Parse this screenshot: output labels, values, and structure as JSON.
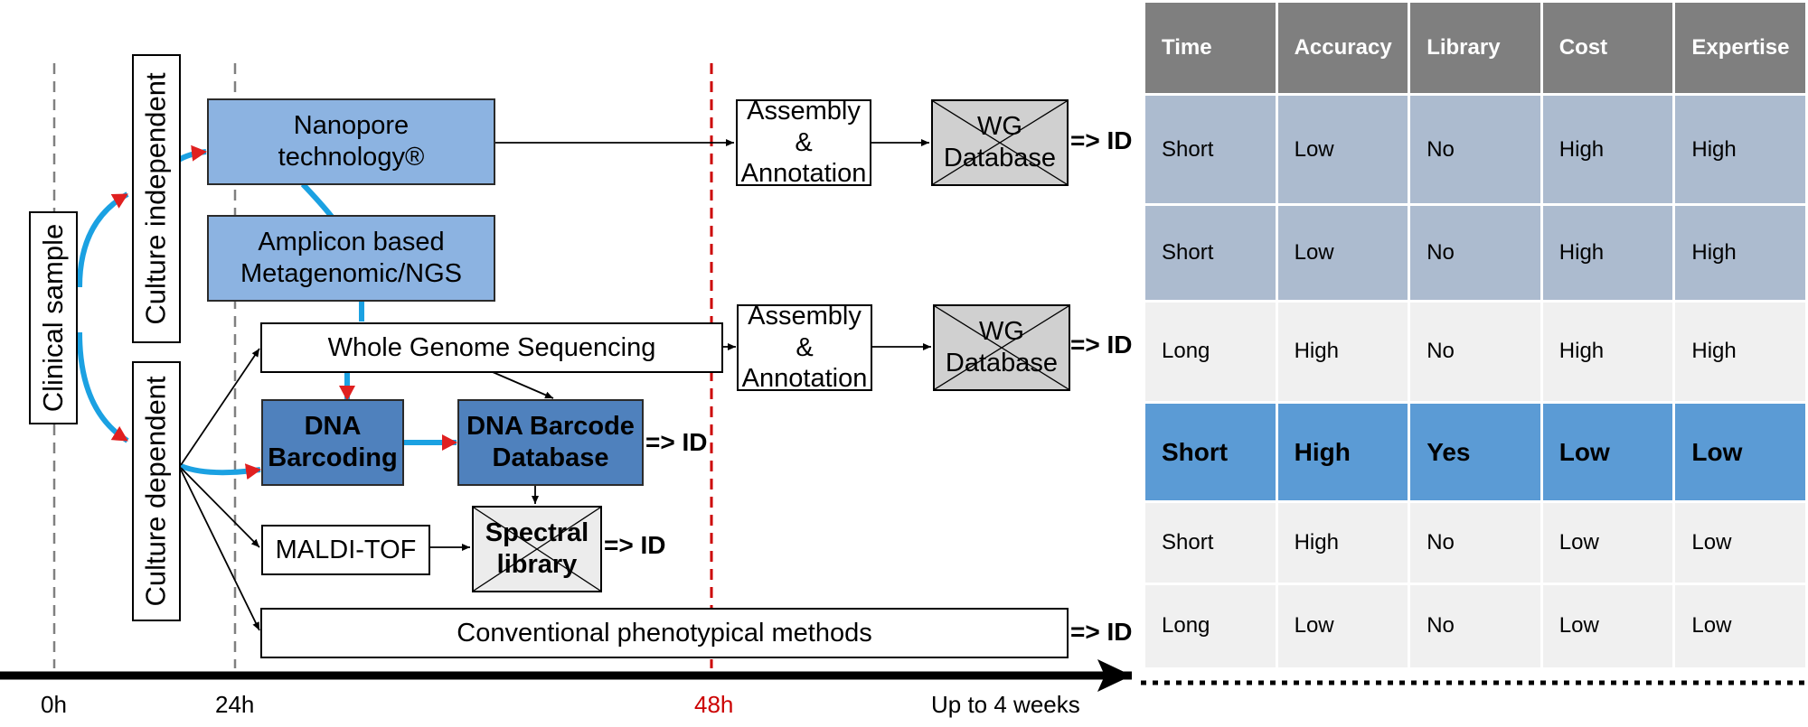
{
  "axis": {
    "ticks": [
      {
        "label": "0h",
        "color": "#000000"
      },
      {
        "label": "24h",
        "color": "#000000"
      },
      {
        "label": "48h",
        "color": "#cc0000"
      },
      {
        "label": "Up to 4 weeks",
        "color": "#000000"
      }
    ]
  },
  "labels": {
    "clinical_sample": "Clinical sample",
    "culture_independent": "Culture independent",
    "culture_dependent": "Culture dependent"
  },
  "methods": {
    "nanopore": "Nanopore\ntechnology®",
    "amplicon": "Amplicon based\nMetagenomic/NGS",
    "wgs": "Whole Genome Sequencing",
    "dna_barcoding": "DNA\nBarcoding",
    "dna_barcode_db": "DNA Barcode\nDatabase",
    "maldi": "MALDI-TOF",
    "spectral_library": "Spectral\nlibrary",
    "conventional": "Conventional phenotypical methods",
    "assembly_1": "Assembly &\nAnnotation",
    "assembly_2": "Assembly &\nAnnotation",
    "wg_db_1": "WG\nDatabase",
    "wg_db_2": "WG\nDatabase"
  },
  "id_label": "=> ID",
  "colors": {
    "light_blue_box": "#8cb3e1",
    "dark_blue_box": "#4f81bd",
    "flow_arrow": "#1ba1e2",
    "arrowhead": "#e02020",
    "deadline_48h": "#cc0000",
    "table_header": "#7f7f7f",
    "row_dark": "#acbbcf",
    "row_highlight": "#5b9bd5",
    "row_light": "#f0f0f0"
  },
  "table": {
    "headers": [
      "Time",
      "Accuracy",
      "Library",
      "Cost",
      "Expertise"
    ],
    "rows": [
      {
        "style": "dark",
        "cells": [
          "Short",
          "Low",
          "No",
          "High",
          "High"
        ]
      },
      {
        "style": "dark",
        "cells": [
          "Short",
          "Low",
          "No",
          "High",
          "High"
        ]
      },
      {
        "style": "light",
        "cells": [
          "Long",
          "High",
          "No",
          "High",
          "High"
        ]
      },
      {
        "style": "highlight",
        "cells": [
          "Short",
          "High",
          "Yes",
          "Low",
          "Low"
        ]
      },
      {
        "style": "light",
        "cells": [
          "Short",
          "High",
          "No",
          "Low",
          "Low"
        ]
      },
      {
        "style": "light",
        "cells": [
          "Long",
          "Low",
          "No",
          "Low",
          "Low"
        ]
      }
    ]
  }
}
